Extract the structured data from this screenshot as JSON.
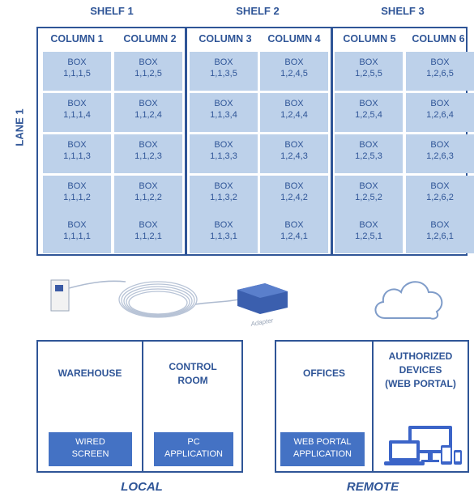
{
  "shelves": [
    "SHELF 1",
    "SHELF 2",
    "SHELF 3"
  ],
  "lane": "LANE 1",
  "columns": [
    "COLUMN 1",
    "COLUMN 2",
    "COLUMN 3",
    "COLUMN 4",
    "COLUMN 5",
    "COLUMN 6"
  ],
  "box_prefix": "BOX",
  "boxes": [
    [
      "1,1,1,5",
      "1,1,2,5",
      "1,1,3,5",
      "1,2,4,5",
      "1,2,5,5",
      "1,2,6,5"
    ],
    [
      "1,1,1,4",
      "1,1,2,4",
      "1,1,3,4",
      "1,2,4,4",
      "1,2,5,4",
      "1,2,6,4"
    ],
    [
      "1,1,1,3",
      "1,1,2,3",
      "1,1,3,3",
      "1,2,4,3",
      "1,2,5,3",
      "1,2,6,3"
    ],
    [
      "1,1,1,2",
      "1,1,2,2",
      "1,1,3,2",
      "1,2,4,2",
      "1,2,5,2",
      "1,2,6,2"
    ],
    [
      "1,1,1,1",
      "1,1,2,1",
      "1,1,3,1",
      "1,2,4,1",
      "1,2,5,1",
      "1,2,6,1"
    ]
  ],
  "adapter_label": "Adapter",
  "local": {
    "warehouse": {
      "title": "WAREHOUSE",
      "button_line1": "WIRED",
      "button_line2": "SCREEN"
    },
    "control_room": {
      "title_line1": "CONTROL",
      "title_line2": "ROOM",
      "button_line1": "PC",
      "button_line2": "APPLICATION"
    },
    "footer": "LOCAL"
  },
  "remote": {
    "offices": {
      "title": "OFFICES",
      "button_line1": "WEB PORTAL",
      "button_line2": "APPLICATION"
    },
    "authorized": {
      "title_line1": "AUTHORIZED",
      "title_line2": "DEVICES",
      "title_line3": "(WEB PORTAL)"
    },
    "footer": "REMOTE"
  },
  "colors": {
    "primary": "#2f5597",
    "box_fill": "#bdd1ea",
    "button": "#4472c4",
    "device": "#3b64c8"
  }
}
